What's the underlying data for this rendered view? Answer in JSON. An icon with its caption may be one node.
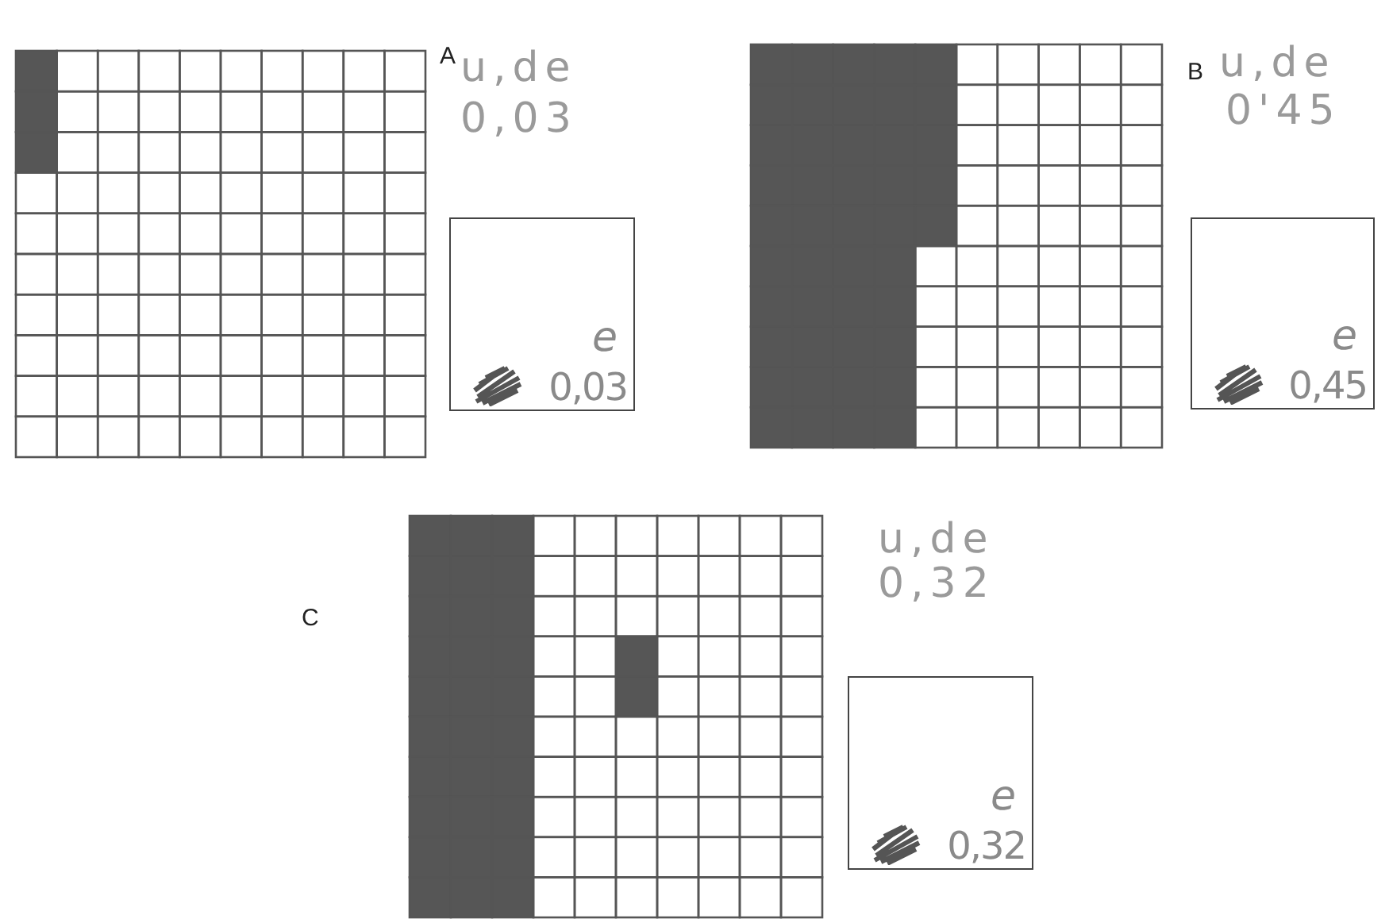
{
  "diagram": {
    "nodes": [
      {
        "text": [
          "e",
          "0,03"
        ]
      },
      {
        "text": [
          "e",
          "0,45"
        ]
      },
      {
        "text": [
          "e",
          "0,32"
        ]
      }
    ],
    "labels": [
      "A",
      "u,de",
      "0,03",
      "B",
      "u,de",
      "0'45",
      "C",
      "u,de",
      "0,32"
    ]
  }
}
